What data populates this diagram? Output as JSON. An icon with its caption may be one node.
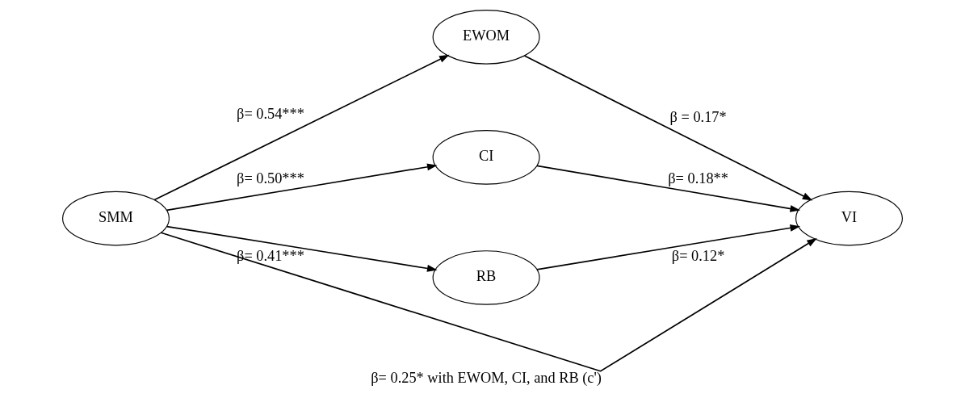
{
  "diagram": {
    "nodes": [
      {
        "text": [
          "SMM"
        ]
      },
      {
        "text": [
          "EWOM"
        ]
      },
      {
        "text": [
          "CI"
        ]
      },
      {
        "text": [
          "RB"
        ]
      },
      {
        "text": [
          "VI"
        ]
      }
    ],
    "edges": [
      {
        "from": 0,
        "to": 1,
        "arrow": "to",
        "label": "β= 0.54***"
      },
      {
        "from": 0,
        "to": 2,
        "arrow": "to",
        "label": "β= 0.50***"
      },
      {
        "from": 0,
        "to": 3,
        "arrow": "to",
        "label": "β= 0.41***"
      },
      {
        "from": 1,
        "to": 4,
        "arrow": "to",
        "label": "β = 0.17*"
      },
      {
        "from": 2,
        "to": 4,
        "arrow": "to",
        "label": "β= 0.18**"
      },
      {
        "from": 3,
        "to": 4,
        "arrow": "to",
        "label": "β= 0.12*"
      },
      {
        "from": 0,
        "to": 4,
        "arrow": "to",
        "label": "β= 0.25* with EWOM, CI, and RB (c')"
      }
    ]
  }
}
